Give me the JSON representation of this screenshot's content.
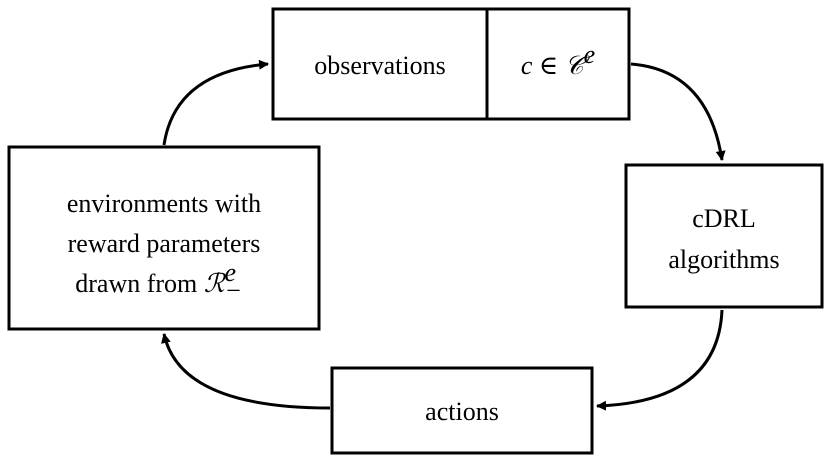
{
  "boxes": {
    "observations": {
      "label": "observations"
    },
    "context": {
      "var": "c",
      "op": " ∈ ",
      "set": "𝒞",
      "sup": "e"
    },
    "cdrl": {
      "line1": "cDRL",
      "line2": "algorithms"
    },
    "actions": {
      "label": "actions"
    },
    "environments": {
      "line1": "environments with",
      "line2": "reward parameters",
      "line3_prefix": "drawn from ",
      "set": "ℛ",
      "sup": "e",
      "sub": "−"
    }
  },
  "colors": {
    "stroke": "#000000",
    "fill": "#ffffff",
    "text": "#000000"
  }
}
